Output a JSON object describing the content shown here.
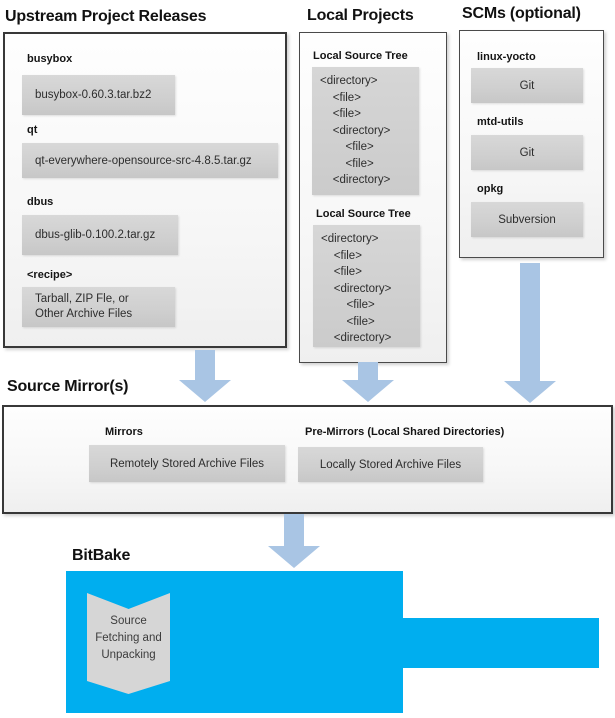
{
  "colors": {
    "bitbake_blue": "#00aeef",
    "arrow_blue": "#a9c5e4",
    "box_gray": "#d2d2d2"
  },
  "upstream": {
    "title": "Upstream Project Releases",
    "entries": [
      {
        "label": "busybox",
        "value": "busybox-0.60.3.tar.bz2"
      },
      {
        "label": "qt",
        "value": "qt-everywhere-opensource-src-4.8.5.tar.gz"
      },
      {
        "label": "dbus",
        "value": "dbus-glib-0.100.2.tar.gz"
      },
      {
        "label": "<recipe>",
        "value": "Tarball, ZIP Fle, or\nOther Archive Files"
      }
    ]
  },
  "local_projects": {
    "title": "Local Projects",
    "sections": [
      {
        "label": "Local Source Tree",
        "tree": "<directory>\n    <file>\n    <file>\n    <directory>\n        <file>\n        <file>\n    <directory>"
      },
      {
        "label": "Local Source Tree",
        "tree": "<directory>\n    <file>\n    <file>\n    <directory>\n        <file>\n        <file>\n    <directory>"
      }
    ]
  },
  "scms": {
    "title": "SCMs (optional)",
    "entries": [
      {
        "label": "linux-yocto",
        "value": "Git"
      },
      {
        "label": "mtd-utils",
        "value": "Git"
      },
      {
        "label": "opkg",
        "value": "Subversion"
      }
    ]
  },
  "source_mirrors": {
    "title": "Source Mirror(s)",
    "mirrors_label": "Mirrors",
    "mirrors_value": "Remotely Stored Archive Files",
    "premirrors_label": "Pre-Mirrors (Local Shared Directories)",
    "premirrors_value": "Locally Stored Archive Files"
  },
  "bitbake": {
    "title": "BitBake",
    "process": "Source\nFetching and\nUnpacking"
  }
}
